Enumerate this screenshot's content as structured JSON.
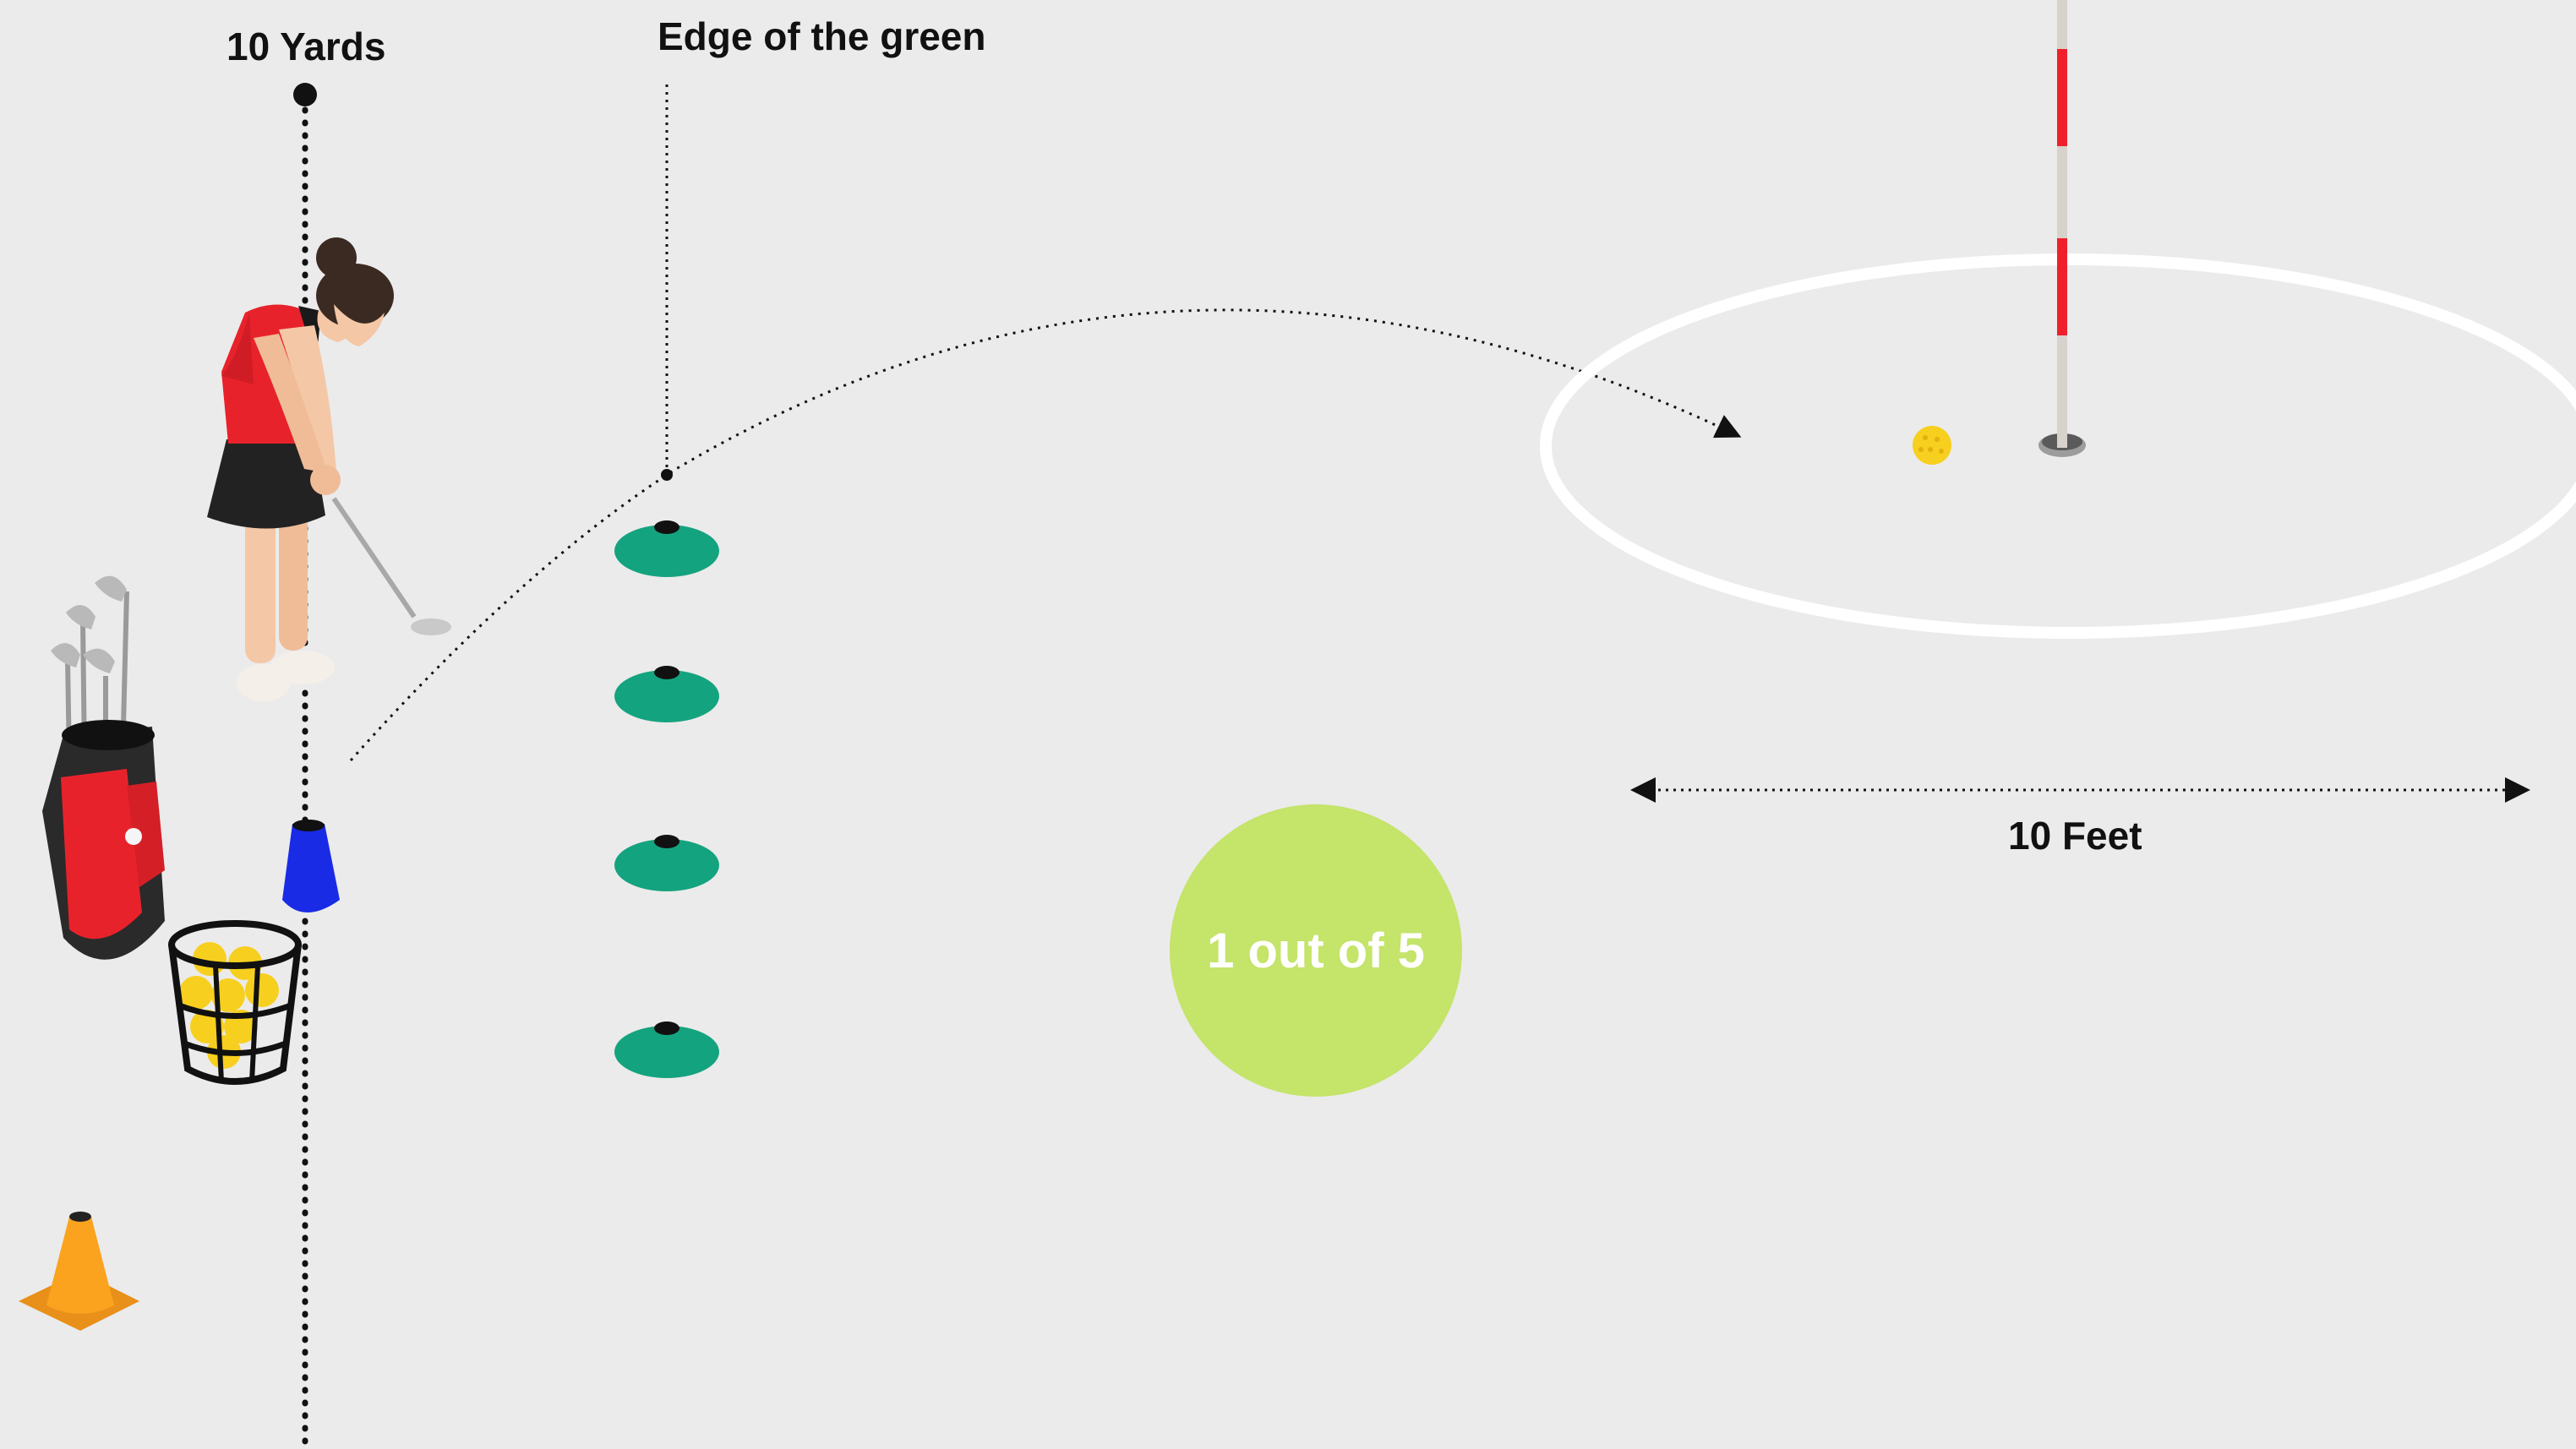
{
  "labels": {
    "distance_yards": "10 Yards",
    "green_edge": "Edge of the green",
    "target_width": "10 Feet"
  },
  "success_badge": {
    "text": "1 out of 5",
    "color": "#c4e46a"
  },
  "colors": {
    "background": "#ebebeb",
    "green_cone": "#14a37f",
    "blue_cone": "#1a2be6",
    "orange_cone": "#fba31f",
    "flag_red": "#f01f2c",
    "ball_yellow": "#f7cf1e",
    "target_circle": "#ffffff"
  },
  "icons": [
    "golfer-icon",
    "golf-bag-icon",
    "ball-basket-icon",
    "blue-cone-icon",
    "orange-cone-icon",
    "disc-cone-icon",
    "flagstick-icon",
    "golf-ball-icon"
  ]
}
